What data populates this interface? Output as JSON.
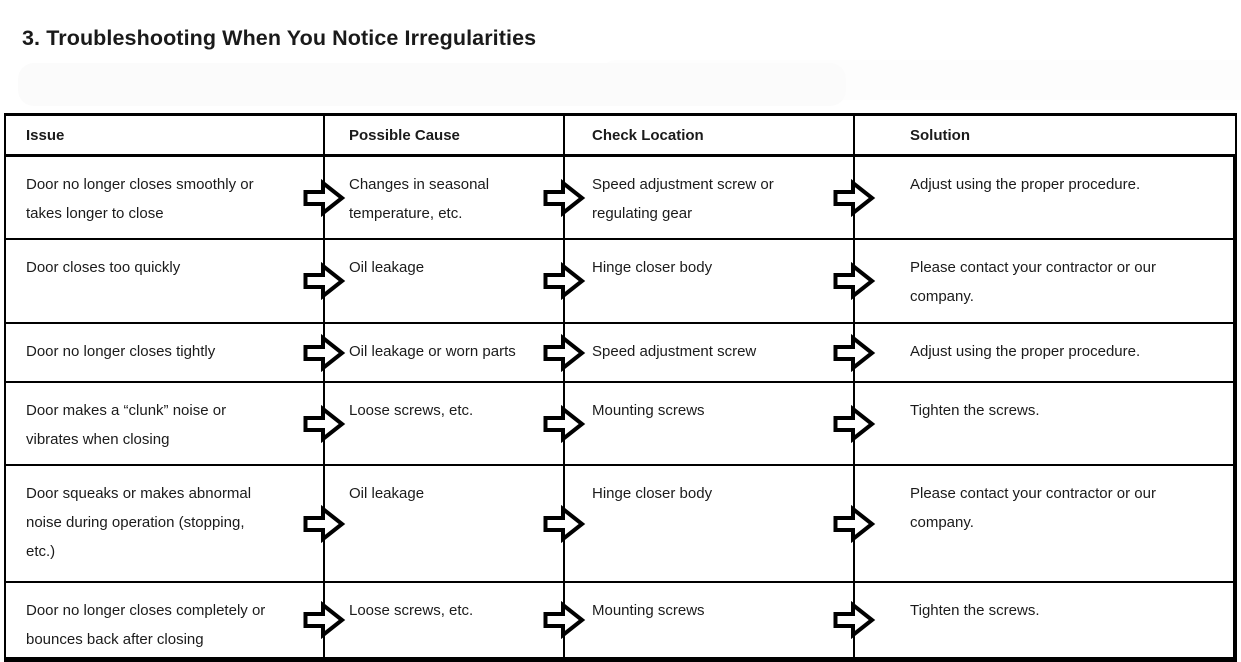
{
  "page": {
    "title": "3. Troubleshooting When You Notice Irregularities"
  },
  "table": {
    "headers": {
      "issue": "Issue",
      "cause": "Possible Cause",
      "check": "Check Location",
      "solution": "Solution"
    },
    "rows": [
      {
        "issue": "Door no longer closes smoothly or\ntakes longer to close",
        "cause": "Changes in seasonal\ntemperature, etc.",
        "check": "Speed adjustment screw or\nregulating gear",
        "solution": "Adjust using the proper procedure."
      },
      {
        "issue": "Door closes too quickly",
        "cause": "Oil leakage",
        "check": "Hinge closer body",
        "solution": "Please contact your contractor or our\ncompany."
      },
      {
        "issue": "Door no longer closes tightly",
        "cause": "Oil leakage or worn parts",
        "check": "Speed adjustment screw",
        "solution": "Adjust using the proper procedure."
      },
      {
        "issue": "Door makes a “clunk” noise or\nvibrates when closing",
        "cause": "Loose screws, etc.",
        "check": "Mounting screws",
        "solution": "Tighten the screws."
      },
      {
        "issue": "Door squeaks or makes abnormal\nnoise during operation (stopping,\netc.)",
        "cause": "Oil leakage",
        "check": "Hinge closer body",
        "solution": "Please contact your contractor or our\ncompany."
      },
      {
        "issue": "Door no longer closes completely or\nbounces back after closing",
        "cause": "Loose screws, etc.",
        "check": "Mounting screws",
        "solution": "Tighten the screws."
      }
    ],
    "arrow_icon": "right-block-arrow",
    "colors": {
      "border": "#000000",
      "text": "#1b1b1b",
      "background": "#ffffff"
    }
  }
}
